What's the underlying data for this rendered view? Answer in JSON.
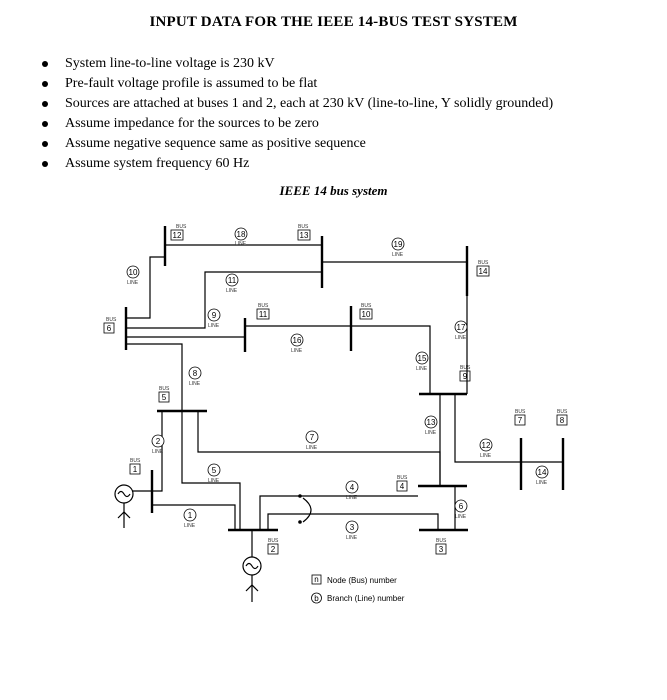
{
  "document": {
    "title": "INPUT DATA FOR THE IEEE 14-BUS TEST SYSTEM",
    "bullets": [
      "System line-to-line voltage is 230 kV",
      "Pre-fault voltage profile is assumed to be flat",
      "Sources are attached at buses 1 and 2, each at 230 kV (line-to-line, Y solidly grounded)",
      "Assume impedance for the sources to be zero",
      "Assume negative sequence same as positive sequence",
      "Assume system frequency 60 Hz"
    ]
  },
  "figure": {
    "title": "IEEE 14 bus system",
    "bus_word": "BUS",
    "line_word": "LINE",
    "buses": [
      "1",
      "2",
      "3",
      "4",
      "5",
      "6",
      "7",
      "8",
      "9",
      "10",
      "11",
      "12",
      "13",
      "14"
    ],
    "lines": [
      "1",
      "2",
      "3",
      "4",
      "5",
      "6",
      "7",
      "8",
      "9",
      "10",
      "11",
      "12",
      "13",
      "14",
      "15",
      "16",
      "17",
      "18",
      "19"
    ],
    "legend": {
      "node_symbol": "n",
      "node_label": "Node (Bus) number",
      "branch_symbol": "b",
      "branch_label": "Branch (Line) number"
    }
  }
}
